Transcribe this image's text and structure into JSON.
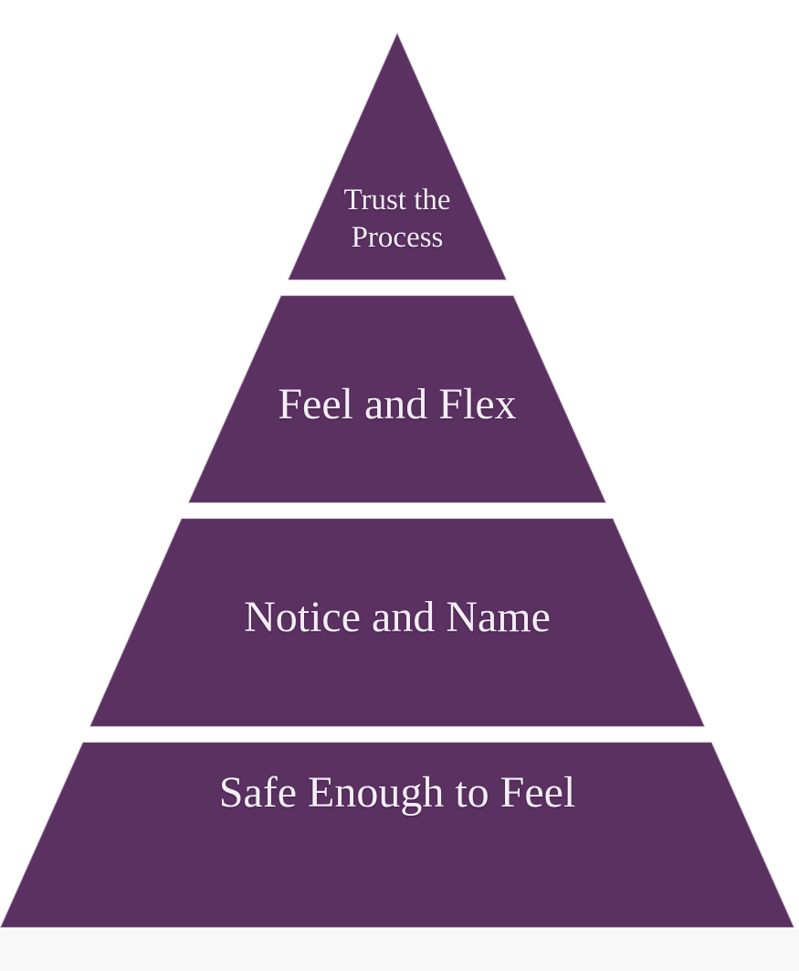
{
  "colors": {
    "tier_fill": "#5a3161",
    "tier_edge": "#7a5482",
    "label_text": "#f3eef5",
    "background": "#ffffff",
    "footer_strip": "#f8f8f9"
  },
  "pyramid": {
    "type": "pyramid-diagram",
    "tier_count": 4,
    "tiers": [
      {
        "level": 1,
        "lines": [
          "Trust the",
          "Process"
        ]
      },
      {
        "level": 2,
        "label": "Feel and Flex"
      },
      {
        "level": 3,
        "label": "Notice and Name"
      },
      {
        "level": 4,
        "label": "Safe Enough to Feel"
      }
    ]
  }
}
